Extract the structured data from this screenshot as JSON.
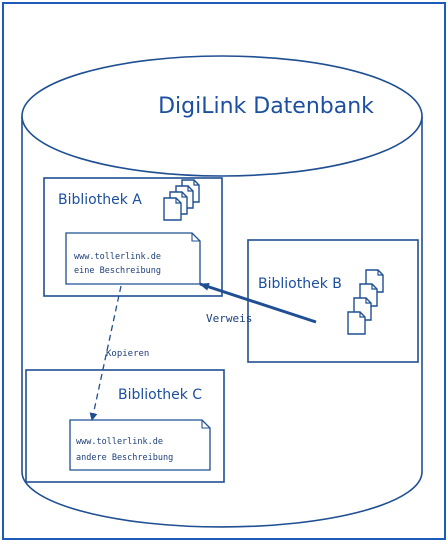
{
  "database": {
    "title": "DigiLink Datenbank"
  },
  "libraries": [
    {
      "id": "a",
      "label": "Bibliothek A"
    },
    {
      "id": "b",
      "label": "Bibliothek B"
    },
    {
      "id": "c",
      "label": "Bibliothek C"
    }
  ],
  "links": [
    {
      "library": "a",
      "url": "www.tollerlink.de",
      "description": "eine Beschreibung"
    },
    {
      "library": "c",
      "url": "www.tollerlink.de",
      "description": "andere Beschreibung"
    }
  ],
  "edges": {
    "reference": "Verweis",
    "copy": "Kopieren"
  },
  "colors": {
    "frame": "#1c5bb8",
    "text_blue": "#1c4fa0",
    "stroke": "#1f4f92",
    "mono_text": "#1d3f7a"
  }
}
